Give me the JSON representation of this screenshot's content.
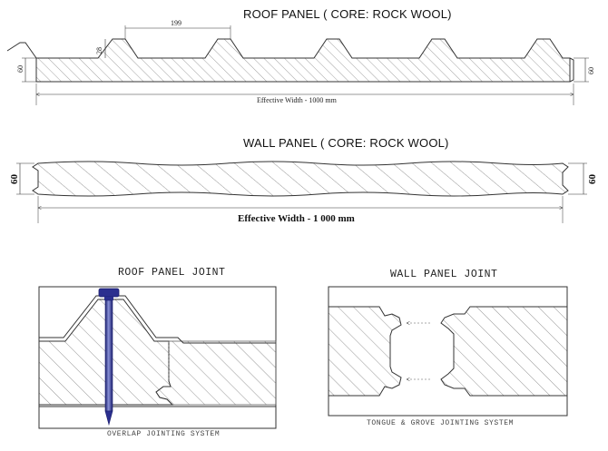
{
  "roof_panel": {
    "title": "ROOF PANEL  ( CORE: ROCK WOOL)",
    "rib_pitch": "199",
    "rib_height": "28",
    "thickness_left": "60",
    "thickness_right": "60",
    "effective_width": "Effective Width - 1000 mm"
  },
  "wall_panel": {
    "title": "WALL PANEL  ( CORE: ROCK WOOL)",
    "thickness_left": "60",
    "thickness_right": "60",
    "effective_width": "Effective Width - 1 000 mm"
  },
  "roof_joint": {
    "title": "ROOF PANEL JOINT",
    "caption": "OVERLAP JOINTING SYSTEM"
  },
  "wall_joint": {
    "title": "WALL PANEL JOINT",
    "caption": "TONGUE & GROVE JOINTING SYSTEM"
  },
  "colors": {
    "line": "#333333",
    "hatch": "#8a8a8a",
    "screw": "#2b2f8f",
    "screw_light": "#8a92d8"
  }
}
